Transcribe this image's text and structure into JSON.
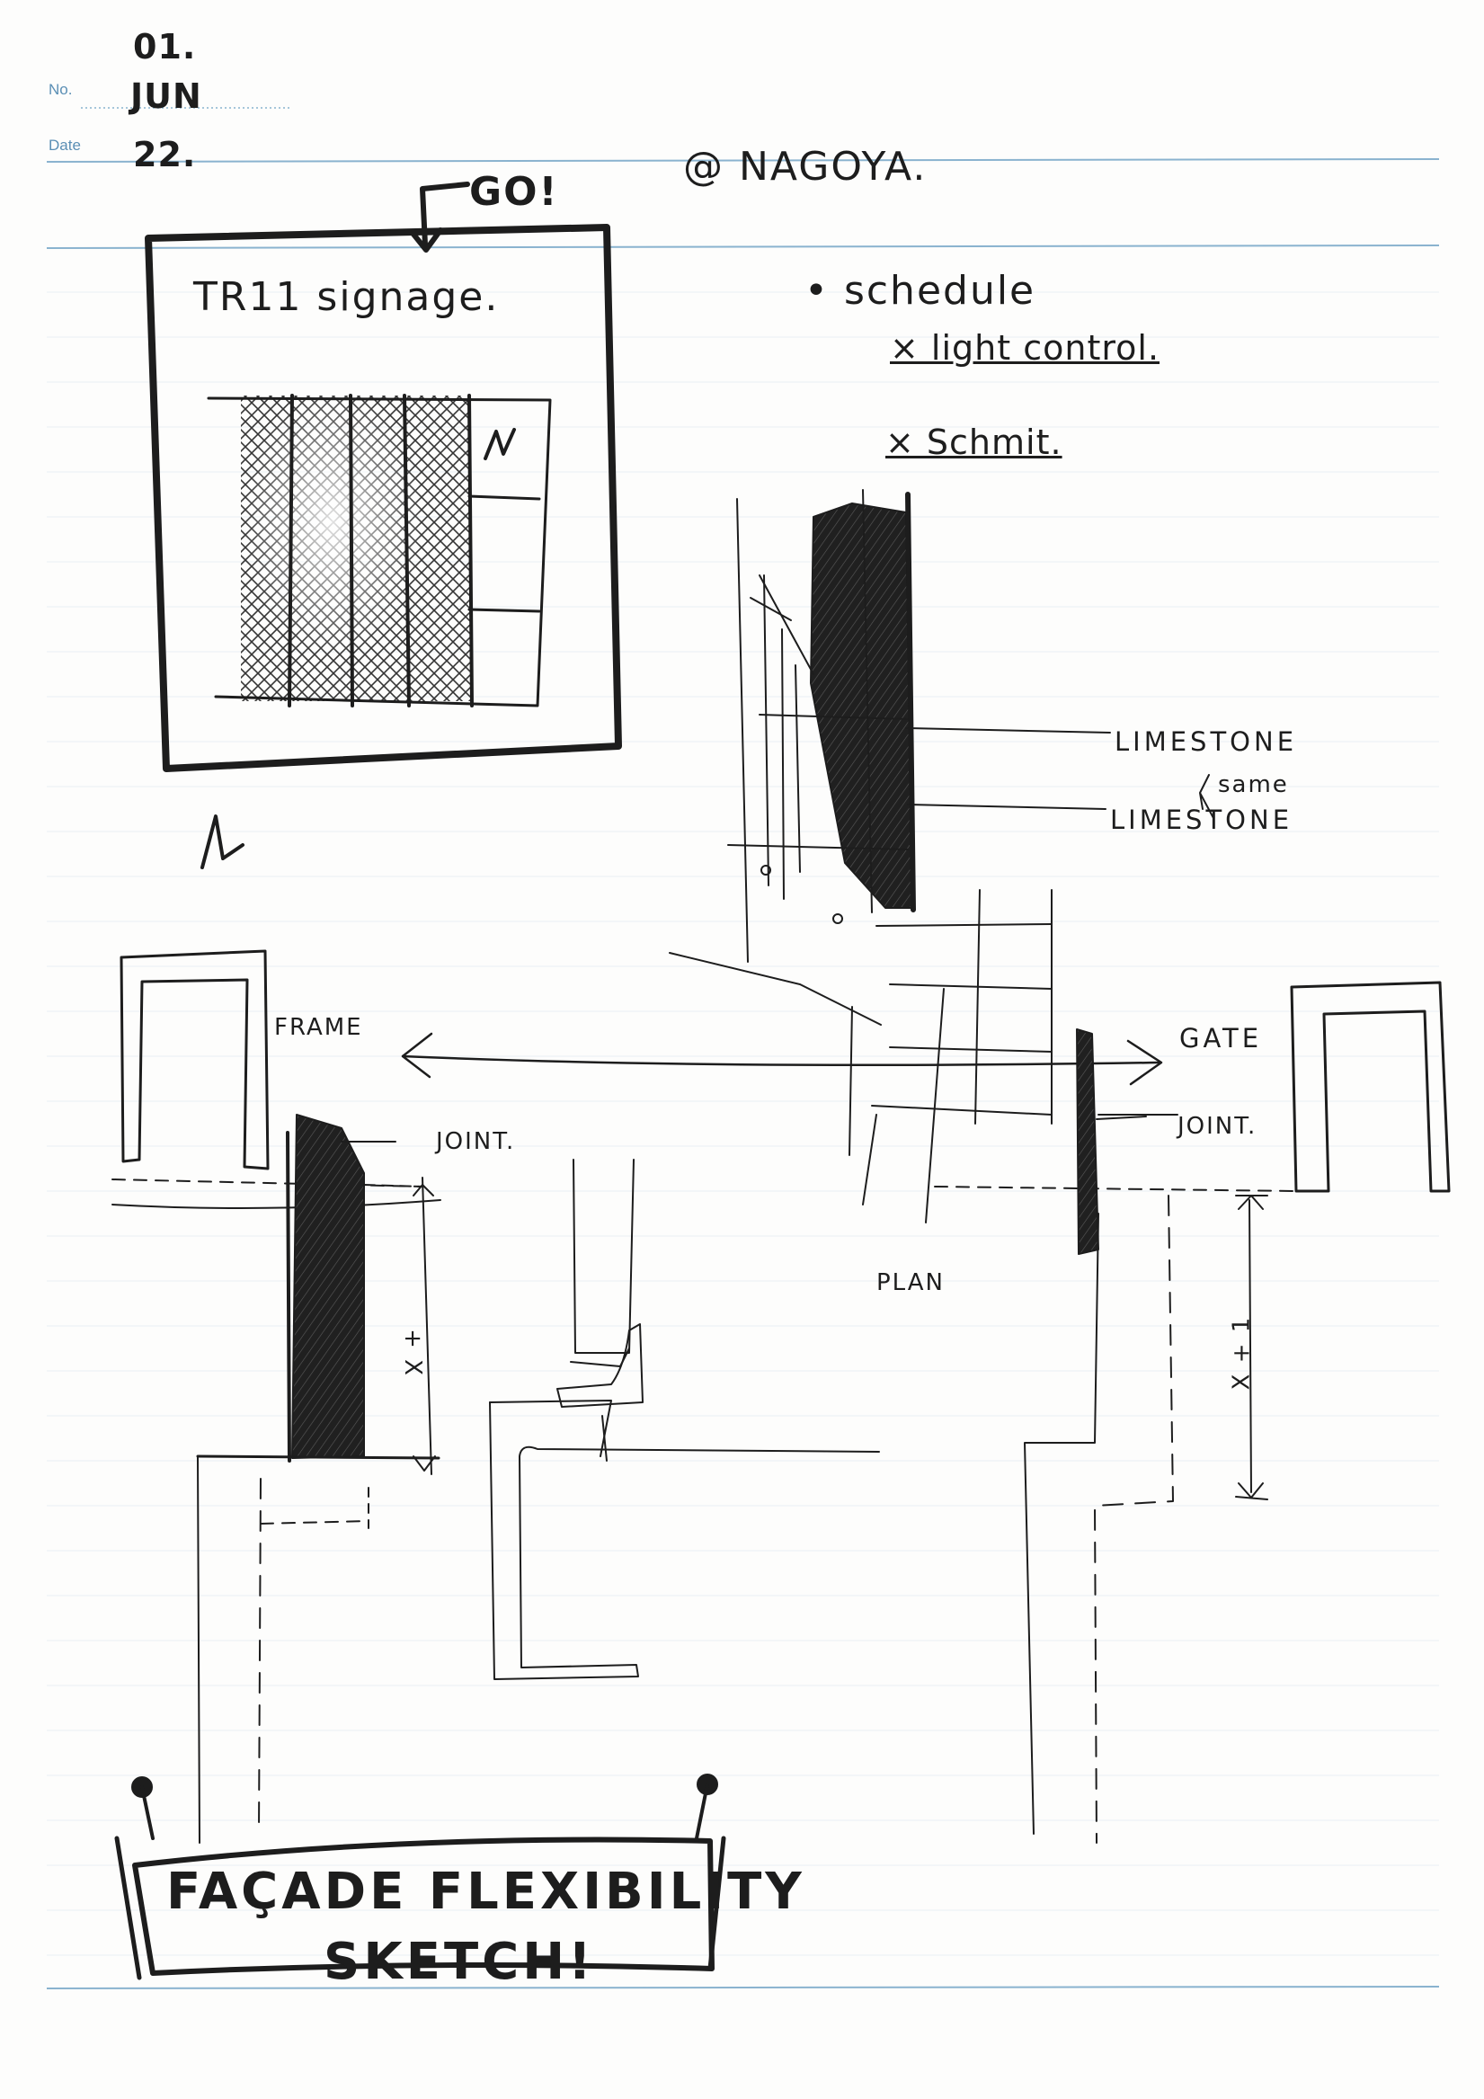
{
  "header": {
    "no_label": "No.",
    "date_label": "Date"
  },
  "notes": {
    "no_value": "01.",
    "month_value": "JUN",
    "date_value": "22.",
    "location": "@ NAGOYA.",
    "go": "GO!",
    "signage": "TR11 signage.",
    "schedule": "• schedule",
    "light_control": "× light control.",
    "schmit": "× Schmit.",
    "limestone_top": "LIMESTONE",
    "same": "same",
    "limestone_bottom": "LIMESTONE",
    "frame": "FRAME",
    "gate": "GATE",
    "joint_left": "JOINT.",
    "joint_right": "JOINT.",
    "plan": "PLAN",
    "dim_left": "+ X",
    "dim_right": "X + 1",
    "banner_line1": "FAÇADE FLEXIBILITY",
    "banner_line2": "SKETCH!"
  },
  "colors": {
    "ruled_line": "#8ab3cf",
    "ink": "#1d1d1d",
    "paper": "#fdfdfc"
  }
}
